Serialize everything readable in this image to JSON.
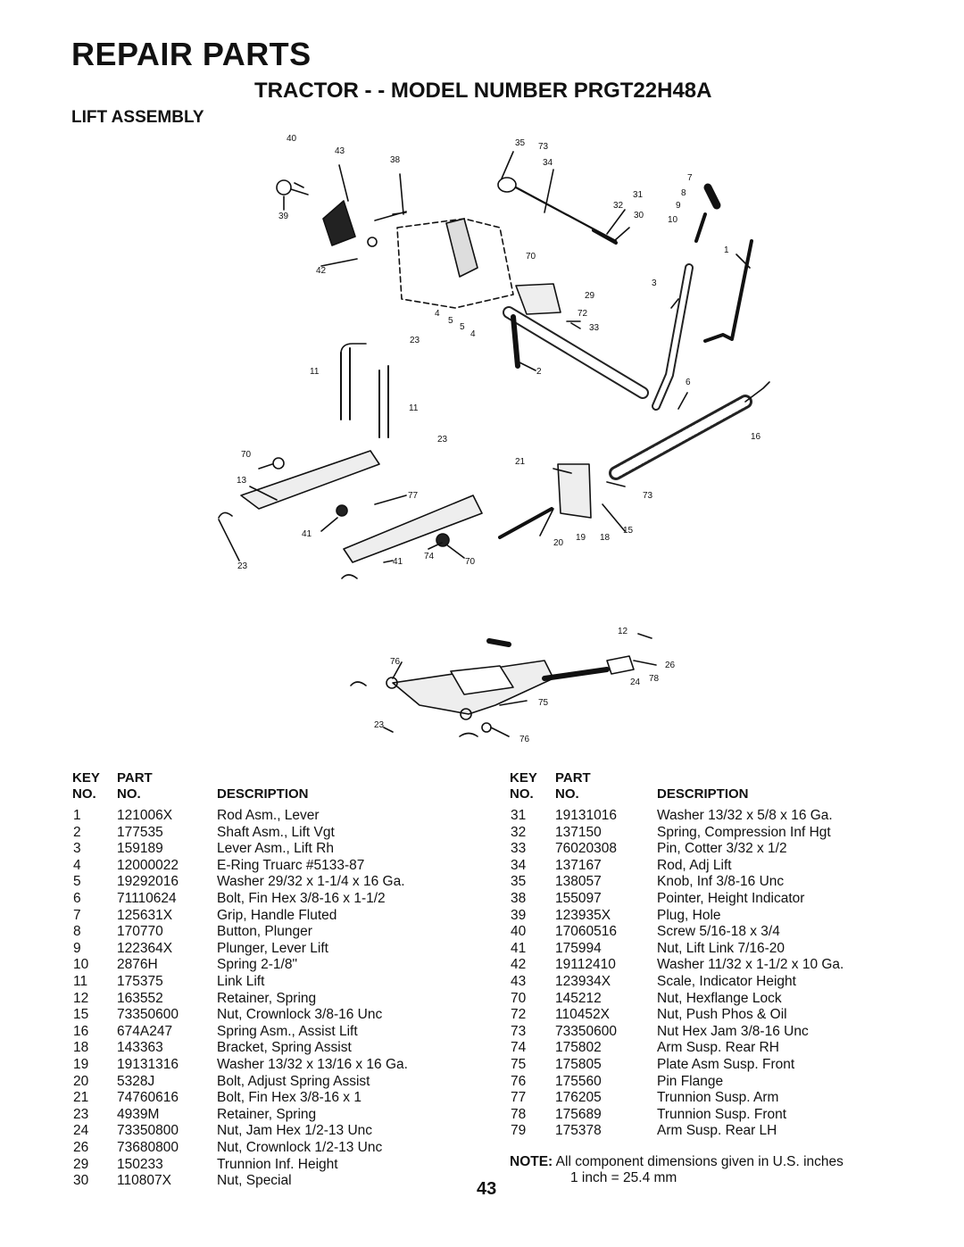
{
  "header": {
    "title": "REPAIR PARTS",
    "subtitle": "TRACTOR - - MODEL NUMBER PRGT22H48A",
    "section": "LIFT ASSEMBLY"
  },
  "diagram_callouts": [
    "40",
    "43",
    "38",
    "39",
    "42",
    "35",
    "73",
    "34",
    "31",
    "32",
    "30",
    "7",
    "8",
    "9",
    "10",
    "1",
    "70",
    "3",
    "29",
    "72",
    "33",
    "4",
    "5",
    "5",
    "4",
    "23",
    "11",
    "2",
    "11",
    "6",
    "23",
    "16",
    "70",
    "21",
    "13",
    "77",
    "73",
    "41",
    "23",
    "74",
    "70",
    "20",
    "19",
    "18",
    "15",
    "41",
    "12",
    "76",
    "26",
    "24",
    "78",
    "75",
    "23",
    "76"
  ],
  "table_headers": {
    "key": "KEY",
    "part": "PART",
    "no1": "NO.",
    "no2": "NO.",
    "description": "DESCRIPTION"
  },
  "left_table": [
    {
      "key": "1",
      "part": "121006X",
      "desc": "Rod Asm., Lever"
    },
    {
      "key": "2",
      "part": "177535",
      "desc": "Shaft Asm., Lift Vgt"
    },
    {
      "key": "3",
      "part": "159189",
      "desc": "Lever Asm., Lift Rh"
    },
    {
      "key": "4",
      "part": "12000022",
      "desc": "E-Ring Truarc #5133-87"
    },
    {
      "key": "5",
      "part": "19292016",
      "desc": "Washer 29/32 x 1-1/4 x 16 Ga."
    },
    {
      "key": "6",
      "part": "71110624",
      "desc": "Bolt, Fin Hex 3/8-16 x 1-1/2"
    },
    {
      "key": "7",
      "part": "125631X",
      "desc": "Grip, Handle Fluted"
    },
    {
      "key": "8",
      "part": "170770",
      "desc": "Button, Plunger"
    },
    {
      "key": "9",
      "part": "122364X",
      "desc": "Plunger, Lever Lift"
    },
    {
      "key": "10",
      "part": "2876H",
      "desc": "Spring 2-1/8\""
    },
    {
      "key": "11",
      "part": "175375",
      "desc": "Link Lift"
    },
    {
      "key": "12",
      "part": "163552",
      "desc": "Retainer, Spring"
    },
    {
      "key": "15",
      "part": "73350600",
      "desc": "Nut, Crownlock 3/8-16 Unc"
    },
    {
      "key": "16",
      "part": "674A247",
      "desc": "Spring Asm., Assist Lift"
    },
    {
      "key": "18",
      "part": "143363",
      "desc": "Bracket, Spring Assist"
    },
    {
      "key": "19",
      "part": "19131316",
      "desc": "Washer 13/32 x 13/16 x 16 Ga."
    },
    {
      "key": "20",
      "part": "5328J",
      "desc": "Bolt, Adjust Spring Assist"
    },
    {
      "key": "21",
      "part": "74760616",
      "desc": "Bolt, Fin Hex 3/8-16 x 1"
    },
    {
      "key": "23",
      "part": "4939M",
      "desc": "Retainer, Spring"
    },
    {
      "key": "24",
      "part": "73350800",
      "desc": "Nut, Jam Hex 1/2-13 Unc"
    },
    {
      "key": "26",
      "part": "73680800",
      "desc": "Nut, Crownlock 1/2-13 Unc"
    },
    {
      "key": "29",
      "part": "150233",
      "desc": "Trunnion Inf. Height"
    },
    {
      "key": "30",
      "part": "110807X",
      "desc": "Nut, Special"
    }
  ],
  "right_table": [
    {
      "key": "31",
      "part": "19131016",
      "desc": "Washer 13/32 x 5/8 x 16 Ga."
    },
    {
      "key": "32",
      "part": "137150",
      "desc": "Spring, Compression Inf Hgt"
    },
    {
      "key": "33",
      "part": "76020308",
      "desc": "Pin, Cotter 3/32 x 1/2"
    },
    {
      "key": "34",
      "part": "137167",
      "desc": "Rod, Adj Lift"
    },
    {
      "key": "35",
      "part": "138057",
      "desc": "Knob, Inf 3/8-16 Unc"
    },
    {
      "key": "38",
      "part": "155097",
      "desc": "Pointer, Height Indicator"
    },
    {
      "key": "39",
      "part": "123935X",
      "desc": "Plug, Hole"
    },
    {
      "key": "40",
      "part": "17060516",
      "desc": "Screw 5/16-18 x 3/4"
    },
    {
      "key": "41",
      "part": "175994",
      "desc": "Nut, Lift Link 7/16-20"
    },
    {
      "key": "42",
      "part": "19112410",
      "desc": "Washer 11/32 x 1-1/2 x 10 Ga."
    },
    {
      "key": "43",
      "part": "123934X",
      "desc": "Scale, Indicator Height"
    },
    {
      "key": "70",
      "part": "145212",
      "desc": "Nut, Hexflange Lock"
    },
    {
      "key": "72",
      "part": "110452X",
      "desc": "Nut, Push Phos & Oil"
    },
    {
      "key": "73",
      "part": "73350600",
      "desc": "Nut Hex Jam 3/8-16 Unc"
    },
    {
      "key": "74",
      "part": "175802",
      "desc": "Arm Susp. Rear RH"
    },
    {
      "key": "75",
      "part": "175805",
      "desc": "Plate Asm Susp. Front"
    },
    {
      "key": "76",
      "part": "175560",
      "desc": "Pin Flange"
    },
    {
      "key": "77",
      "part": "176205",
      "desc": "Trunnion Susp. Arm"
    },
    {
      "key": "78",
      "part": "175689",
      "desc": "Trunnion Susp. Front"
    },
    {
      "key": "79",
      "part": "175378",
      "desc": "Arm Susp. Rear LH"
    }
  ],
  "note": {
    "label": "NOTE:",
    "text": "All component dimensions given in U.S. inches",
    "conversion": "1 inch = 25.4 mm"
  },
  "page_number": "43"
}
